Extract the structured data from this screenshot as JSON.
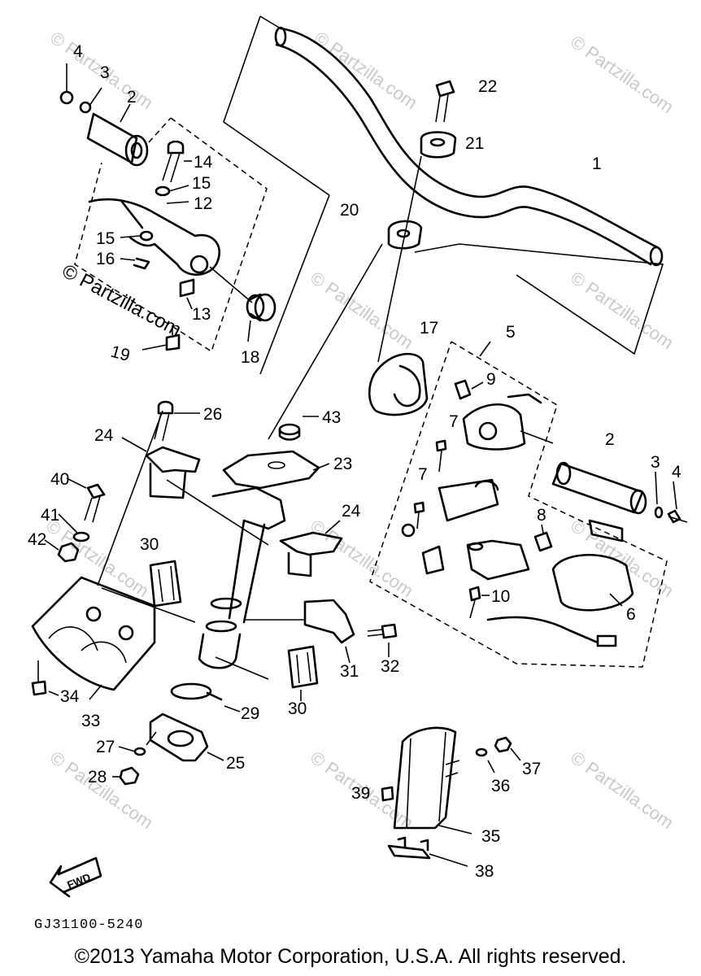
{
  "watermark": {
    "text": "© Partzilla.com",
    "side_text": "© Partzilla.com"
  },
  "labels": [
    "1",
    "2",
    "3",
    "4",
    "5",
    "6",
    "7",
    "8",
    "9",
    "10",
    "12",
    "13",
    "14",
    "15",
    "16",
    "17",
    "18",
    "19",
    "20",
    "21",
    "22",
    "23",
    "24",
    "25",
    "26",
    "27",
    "28",
    "29",
    "30",
    "31",
    "32",
    "33",
    "34",
    "35",
    "36",
    "37",
    "38",
    "39",
    "40",
    "41",
    "42",
    "43"
  ],
  "fwd_label": "FWD",
  "diagram_code": "GJ31100-5240",
  "copyright": "©2013 Yamaha Motor Corporation, U.S.A. All rights reserved."
}
